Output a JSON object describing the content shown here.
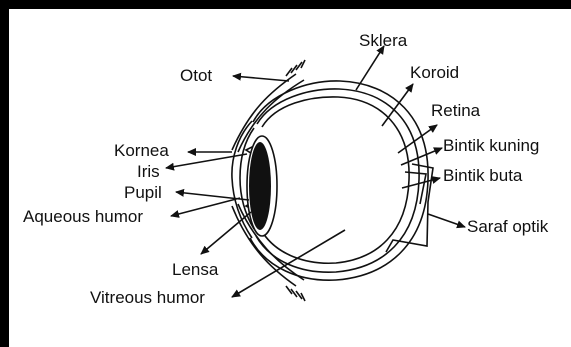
{
  "diagram": {
    "labels": {
      "otot": "Otot",
      "sklera": "Sklera",
      "koroid": "Koroid",
      "retina": "Retina",
      "bintik_kuning": "Bintik kuning",
      "bintik_buta": "Bintik buta",
      "saraf_optik": "Saraf optik",
      "kornea": "Kornea",
      "iris": "Iris",
      "pupil": "Pupil",
      "aqueous_humor": "Aqueous humor",
      "lensa": "Lensa",
      "vitreous_humor": "Vitreous humor"
    }
  }
}
